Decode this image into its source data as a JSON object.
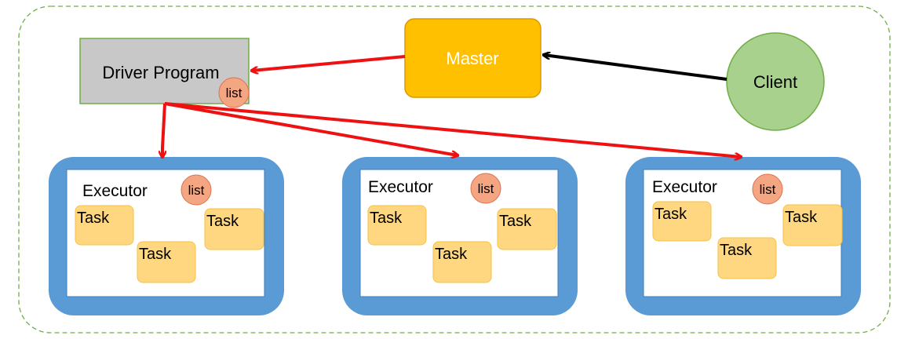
{
  "diagram": {
    "driver": {
      "label": "Driver Program",
      "list_badge": "list"
    },
    "master": {
      "label": "Master"
    },
    "client": {
      "label": "Client"
    },
    "executors": [
      {
        "label": "Executor",
        "list_badge": "list",
        "tasks": [
          "Task",
          "Task",
          "Task"
        ]
      },
      {
        "label": "Executor",
        "list_badge": "list",
        "tasks": [
          "Task",
          "Task",
          "Task"
        ]
      },
      {
        "label": "Executor",
        "list_badge": "list",
        "tasks": [
          "Task",
          "Task",
          "Task"
        ]
      }
    ]
  },
  "colors": {
    "boundary": "#70ad47",
    "driver_fill": "#c8c8c8",
    "driver_border": "#70ad47",
    "master_fill": "#ffc000",
    "master_border": "#d99a00",
    "master_text": "#ffffff",
    "client_fill": "#a9d18e",
    "client_border": "#70ad47",
    "executor_outer": "#5b9bd5",
    "executor_inner": "#ffffff",
    "task_fill": "#ffd780",
    "task_border": "#f5c242",
    "list_fill": "#f4a582",
    "list_border": "#e07050",
    "arrow_red": "#ee1111",
    "arrow_black": "#000000"
  }
}
